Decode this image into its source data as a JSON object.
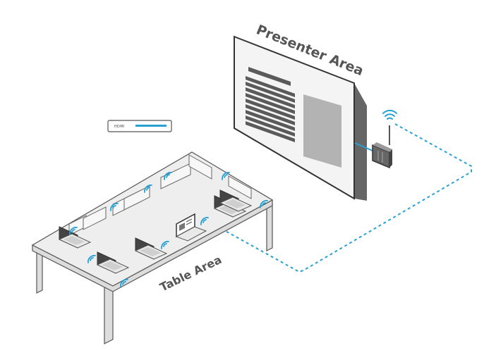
{
  "labels": {
    "presenter_area": "Presenter Area",
    "table_area": "Table Area",
    "hdmi": "HDMI"
  },
  "icons": {
    "wifi": "wifi-icon",
    "laptop": "laptop-icon",
    "receiver": "receiver-box-icon"
  },
  "colors": {
    "accent": "#2aa1d3",
    "outline": "#333333",
    "screen": "#444444",
    "table_top": "#eeeeee",
    "content": "#5a5a5a"
  }
}
